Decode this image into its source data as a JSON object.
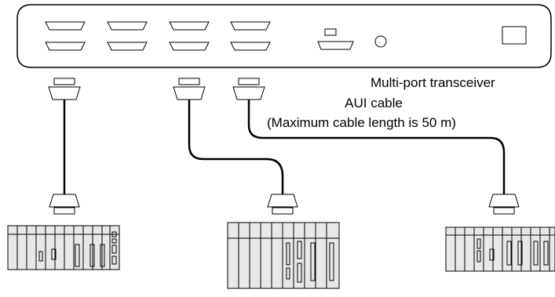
{
  "diagram": {
    "caption_lines": [
      "Multi-port transceiver",
      "AUI cable",
      "(Maximum cable length is 50 m)"
    ],
    "transceiver": {
      "port_rows": 2,
      "ports_per_row": 4
    },
    "plc_units": [
      {
        "name": "plc-left"
      },
      {
        "name": "plc-middle"
      },
      {
        "name": "plc-right"
      }
    ],
    "colors": {
      "line": "#000000",
      "rack_fill": "#e8e8e8",
      "background": "#ffffff"
    }
  }
}
